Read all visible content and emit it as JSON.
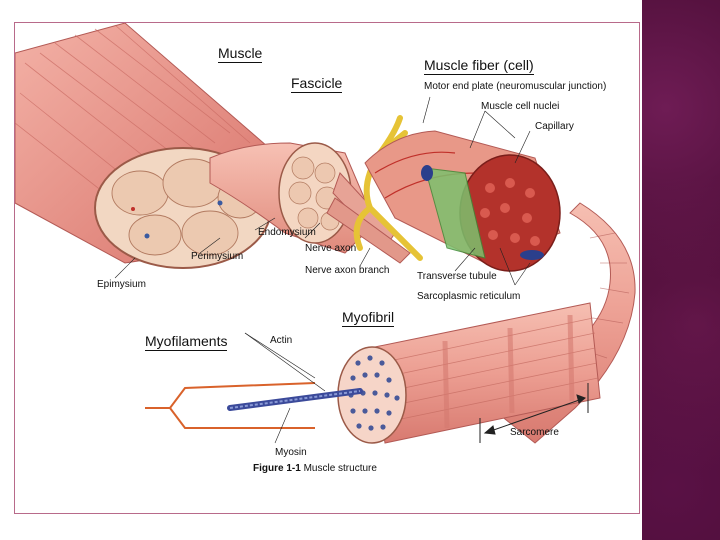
{
  "labels": {
    "muscle": "Muscle",
    "fascicle": "Fascicle",
    "muscle_fiber": "Muscle fiber (cell)",
    "motor_end_plate": "Motor end plate (neuromuscular junction)",
    "muscle_cell_nuclei": "Muscle cell nuclei",
    "capillary": "Capillary",
    "endomysium": "Endomysium",
    "nerve_axon": "Nerve axon",
    "nerve_axon_branch": "Nerve axon branch",
    "perimysium": "Perimysium",
    "epimysium": "Epimysium",
    "transverse_tubule": "Transverse tubule",
    "sarcoplasmic_reticulum": "Sarcoplasmic reticulum",
    "myofibril": "Myofibril",
    "myofilaments": "Myofilaments",
    "actin": "Actin",
    "myosin": "Myosin",
    "sarcomere": "Sarcomere"
  },
  "caption": {
    "figure_number": "Figure 1-1",
    "text": "Muscle structure"
  },
  "colors": {
    "muscle_pink": "#e8948a",
    "muscle_dark": "#c05a55",
    "nerve_yellow": "#f2d24a",
    "green": "#5cb85c",
    "orange": "#d9622b",
    "side_band": "#4a0d35"
  }
}
